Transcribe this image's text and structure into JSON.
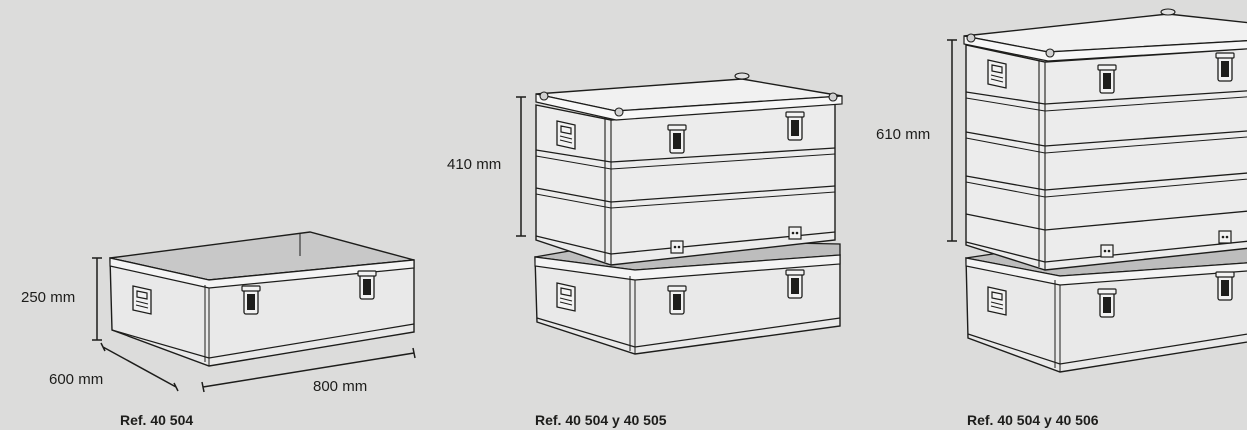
{
  "products": [
    {
      "reference": "Ref. 40 504",
      "dims": {
        "height": "250 mm",
        "depth": "600 mm",
        "width": "800 mm"
      }
    },
    {
      "reference": "Ref. 40 504 y 40 505",
      "dims": {
        "height": "410 mm"
      }
    },
    {
      "reference": "Ref. 40 504 y 40 506",
      "dims": {
        "height": "610 mm"
      }
    }
  ],
  "colors": {
    "background": "#dcdcdb",
    "box": "#e8e8e8",
    "interior": "#c4c4c4",
    "line": "#1d1d1b"
  }
}
